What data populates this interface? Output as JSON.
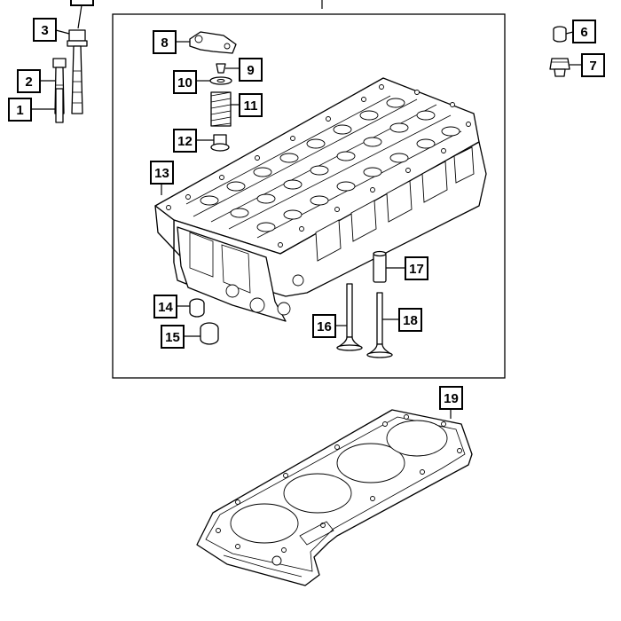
{
  "callouts": {
    "c1": "1",
    "c2": "2",
    "c3": "3",
    "c4": "",
    "c6": "6",
    "c7": "7",
    "c8": "8",
    "c9": "9",
    "c10": "10",
    "c11": "11",
    "c12": "12",
    "c13": "13",
    "c14": "14",
    "c15": "15",
    "c16": "16",
    "c17": "17",
    "c18": "18",
    "c19": "19"
  },
  "colors": {
    "line": "#000000",
    "background": "#ffffff"
  }
}
